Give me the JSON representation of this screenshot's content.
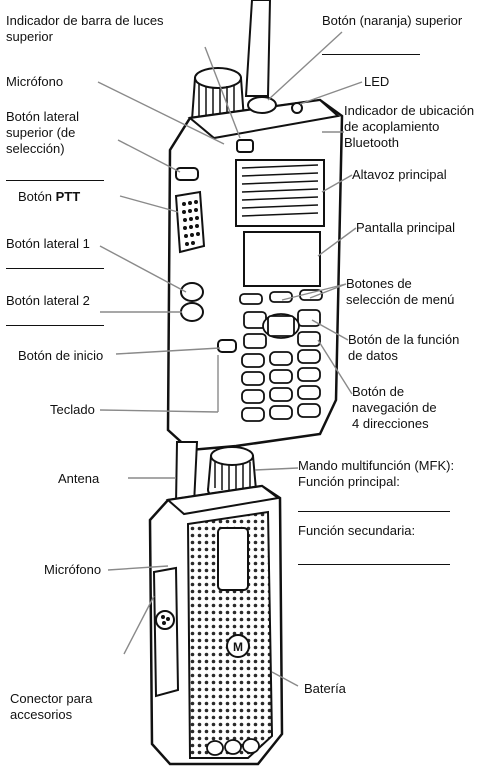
{
  "front_labels": {
    "top_light_bar_indicator": [
      "Indicador de barra de luces",
      "superior"
    ],
    "top_orange_button": "Botón (naranja) superior",
    "microphone": "Micrófono",
    "led": "LED",
    "top_side_select_button": [
      "Botón lateral",
      "superior (de",
      "selección)"
    ],
    "bluetooth_pairing_location": [
      "Indicador de ubicación",
      "de acoplamiento",
      "Bluetooth"
    ],
    "main_speaker": "Altavoz principal",
    "ptt_button_prefix": "Botón ",
    "ptt_button_bold": "PTT",
    "main_display": "Pantalla principal",
    "side_button_1": "Botón lateral 1",
    "side_button_2": "Botón lateral 2",
    "menu_select_buttons": [
      "Botones de",
      "selección de menú"
    ],
    "home_button": "Botón de inicio",
    "data_function_button": [
      "Botón de la función",
      "de datos"
    ],
    "keypad": "Teclado",
    "four_way_nav_button": [
      "Botón de",
      "navegación de",
      "4 direcciones"
    ]
  },
  "back_labels": {
    "antenna": "Antena",
    "mfk": [
      "Mando multifunción (MFK):",
      "Función principal:"
    ],
    "secondary_function": "Función secundaria:",
    "microphone": "Micrófono",
    "accessory_connector": [
      "Conector para",
      "accesorios"
    ],
    "battery": "Batería",
    "brand_mark": "M"
  }
}
